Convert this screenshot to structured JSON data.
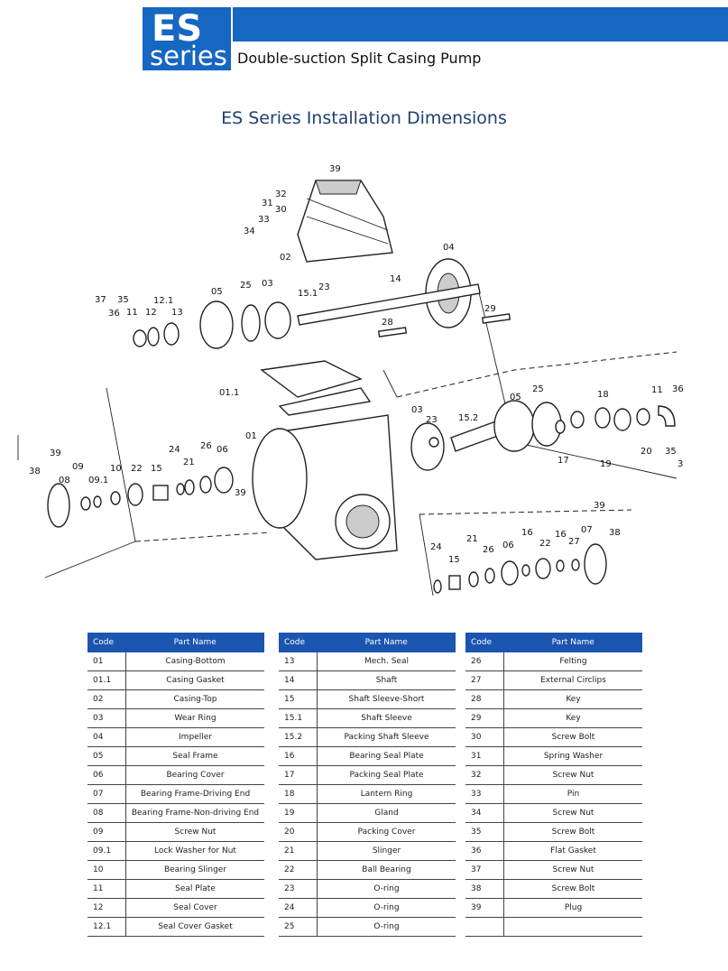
{
  "header": {
    "logo_big": "ES",
    "logo_small": "series",
    "subtitle": "Double-suction Split Casing Pump"
  },
  "title": "ES Series Installation Dimensions",
  "diagram": {
    "labels": [
      "39",
      "32",
      "31",
      "30",
      "33",
      "34",
      "02",
      "04",
      "14",
      "15.1",
      "23",
      "03",
      "25",
      "05",
      "12.1",
      "13",
      "12",
      "35",
      "11",
      "36",
      "37",
      "28",
      "29",
      "01.1",
      "01",
      "39",
      "38",
      "08",
      "09",
      "09.1",
      "10",
      "22",
      "15",
      "24",
      "21",
      "26",
      "06",
      "39",
      "03",
      "23",
      "15.2",
      "05",
      "25",
      "18",
      "11",
      "36",
      "17",
      "19",
      "20",
      "35",
      "3",
      "39",
      "24",
      "15",
      "21",
      "26",
      "06",
      "16",
      "22",
      "16",
      "27",
      "07",
      "38"
    ]
  },
  "tables": [
    {
      "headers": [
        "Code",
        "Part Name"
      ],
      "rows": [
        [
          "01",
          "Casing-Bottom"
        ],
        [
          "01.1",
          "Casing Gasket"
        ],
        [
          "02",
          "Casing-Top"
        ],
        [
          "03",
          "Wear Ring"
        ],
        [
          "04",
          "Impeller"
        ],
        [
          "05",
          "Seal Frame"
        ],
        [
          "06",
          "Bearing Cover"
        ],
        [
          "07",
          "Bearing Frame-Driving End"
        ],
        [
          "08",
          "Bearing Frame-Non-driving End"
        ],
        [
          "09",
          "Screw Nut"
        ],
        [
          "09.1",
          "Lock Washer for Nut"
        ],
        [
          "10",
          "Bearing Slinger"
        ],
        [
          "11",
          "Seal Plate"
        ],
        [
          "12",
          "Seal Cover"
        ],
        [
          "12.1",
          "Seal Cover Gasket"
        ]
      ]
    },
    {
      "headers": [
        "Code",
        "Part Name"
      ],
      "rows": [
        [
          "13",
          "Mech. Seal"
        ],
        [
          "14",
          "Shaft"
        ],
        [
          "15",
          "Shaft Sleeve-Short"
        ],
        [
          "15.1",
          "Shaft Sleeve"
        ],
        [
          "15.2",
          "Packing Shaft Sleeve"
        ],
        [
          "16",
          "Bearing Seal Plate"
        ],
        [
          "17",
          "Packing Seal Plate"
        ],
        [
          "18",
          "Lantern Ring"
        ],
        [
          "19",
          "Gland"
        ],
        [
          "20",
          "Packing Cover"
        ],
        [
          "21",
          "Slinger"
        ],
        [
          "22",
          "Ball Bearing"
        ],
        [
          "23",
          "O-ring"
        ],
        [
          "24",
          "O-ring"
        ],
        [
          "25",
          "O-ring"
        ]
      ]
    },
    {
      "headers": [
        "Code",
        "Part Name"
      ],
      "rows": [
        [
          "26",
          "Felting"
        ],
        [
          "27",
          "External Circlips"
        ],
        [
          "28",
          "Key"
        ],
        [
          "29",
          "Key"
        ],
        [
          "30",
          "Screw Bolt"
        ],
        [
          "31",
          "Spring Washer"
        ],
        [
          "32",
          "Screw Nut"
        ],
        [
          "33",
          "Pin"
        ],
        [
          "34",
          "Screw Nut"
        ],
        [
          "35",
          "Screw Bolt"
        ],
        [
          "36",
          "Flat Gasket"
        ],
        [
          "37",
          "Screw Nut"
        ],
        [
          "38",
          "Screw Bolt"
        ],
        [
          "39",
          "Plug"
        ],
        [
          "",
          ""
        ]
      ]
    }
  ]
}
